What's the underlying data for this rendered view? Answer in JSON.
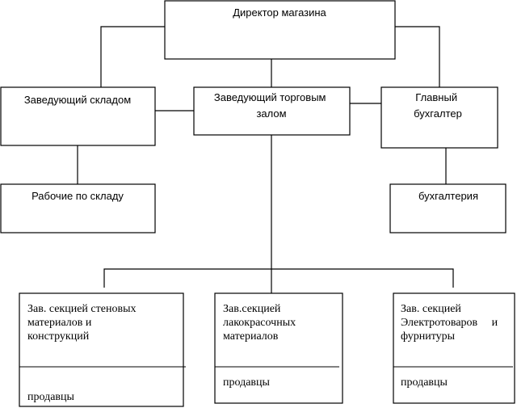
{
  "director": "Директор магазина",
  "warehouse_head": "Заведующий складом",
  "hall_head": [
    "Заведующий торговым",
    "залом"
  ],
  "chief_accountant": [
    "Главный",
    "бухгалтер"
  ],
  "warehouse_workers": "Рабочие по складу",
  "accounting": "бухгалтерия",
  "section_walls": [
    "Зав. секцией стеновых",
    "материалов и",
    "конструкций"
  ],
  "section_paints": [
    "Зав.секцией",
    "лакокрасочных",
    "материалов"
  ],
  "section_electro": [
    "Зав. секцией",
    "Электротоваров     и",
    "фурнитуры"
  ],
  "sellers_1": "продавцы",
  "sellers_2": "продавцы",
  "sellers_3": "продавцы"
}
